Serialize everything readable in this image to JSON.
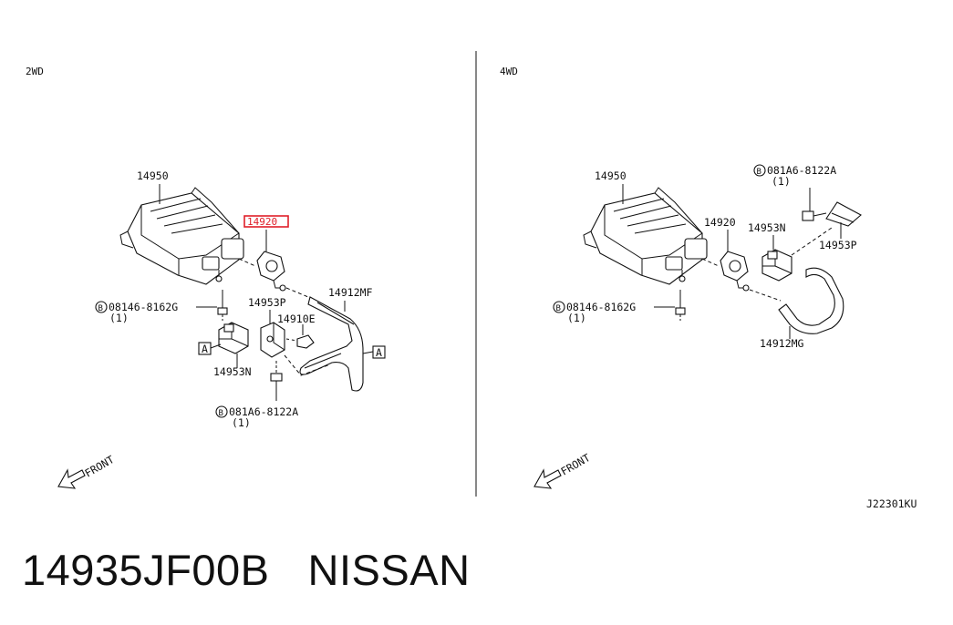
{
  "sections": {
    "left": {
      "label": "2WD"
    },
    "right": {
      "label": "4WD"
    }
  },
  "left_parts": {
    "canister": "14950",
    "valve_highlighted": "14920",
    "hose": "14912MF",
    "bracket": "14953P",
    "clip": "14910E",
    "solenoid": "14953N",
    "bolt_top": "08146-8162G",
    "bolt_top_qty": "(1)",
    "bolt_bottom": "081A6-8122A",
    "bolt_bottom_qty": "(1)",
    "ref_a": "A",
    "front": "FRONT"
  },
  "right_parts": {
    "canister": "14950",
    "valve": "14920",
    "solenoid": "14953N",
    "bracket": "14953P",
    "hose": "14912MG",
    "bolt_top": "081A6-8122A",
    "bolt_top_qty": "(1)",
    "bolt_left": "08146-8162G",
    "bolt_left_qty": "(1)",
    "front": "FRONT"
  },
  "bolt_prefix": "B",
  "diagram_code": "J22301KU",
  "footer": {
    "part_number": "14935JF00B",
    "brand": "NISSAN"
  },
  "highlight_color": "#e0202a"
}
